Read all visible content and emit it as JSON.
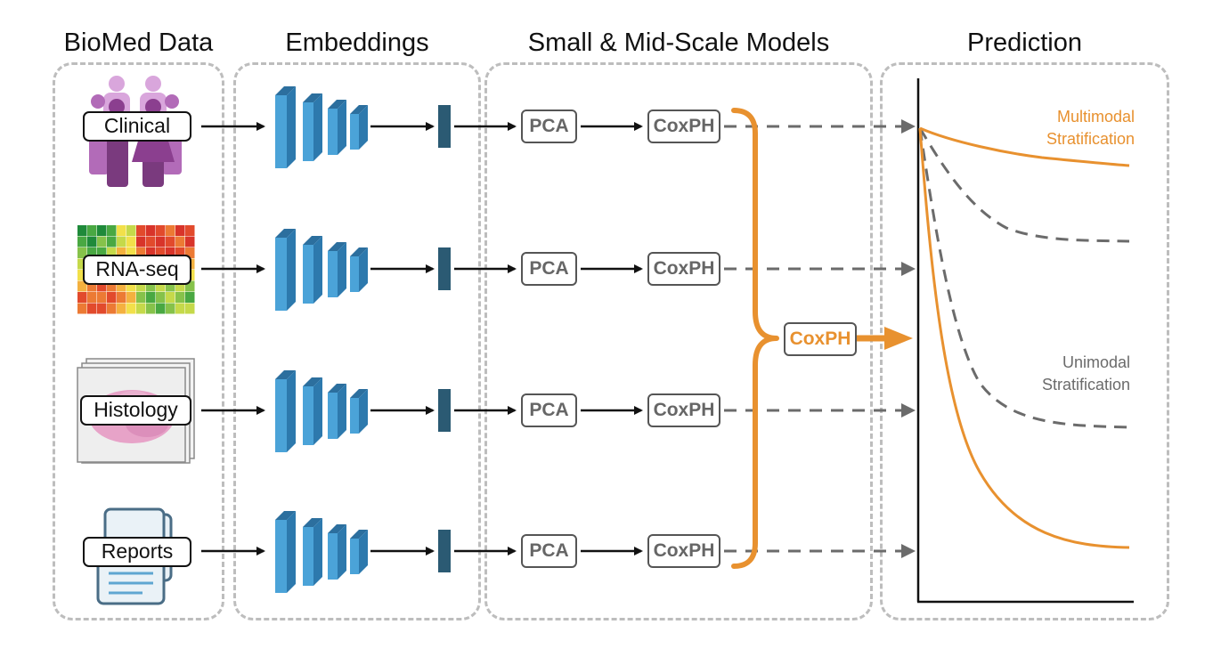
{
  "titles": {
    "biomed_data": "BioMed Data",
    "embeddings": "Embeddings",
    "models": "Small & Mid-Scale Models",
    "prediction": "Prediction"
  },
  "modalities": [
    {
      "label": "Clinical"
    },
    {
      "label": "RNA-seq"
    },
    {
      "label": "Histology"
    },
    {
      "label": "Reports"
    }
  ],
  "models": {
    "pca_label": "PCA",
    "coxph_label": "CoxPH",
    "combined_label": "CoxPH"
  },
  "legend": {
    "multimodal_line1": "Multimodal",
    "multimodal_line2": "Stratification",
    "unimodal_line1": "Unimodal",
    "unimodal_line2": "Stratification"
  },
  "colors": {
    "accent_orange": "#e8912f",
    "dashed_gray": "#6b6b6b",
    "cnn_blue": "#3b8fc6",
    "embedding_navy": "#2b5a73"
  }
}
